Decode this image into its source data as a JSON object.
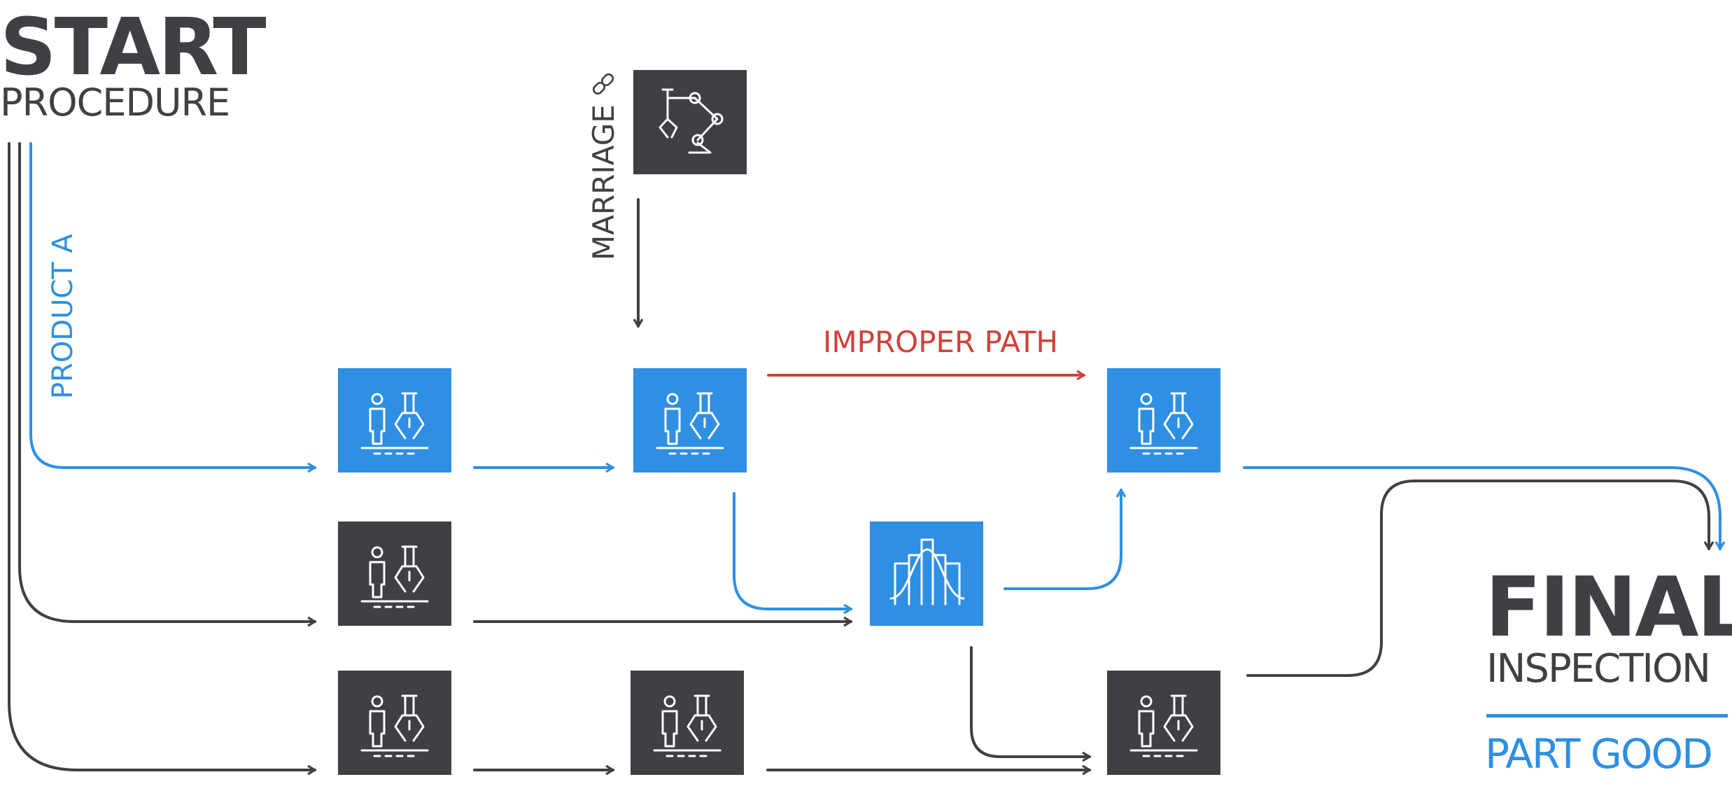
{
  "start": {
    "title": "START",
    "subtitle": "PROCEDURE"
  },
  "final": {
    "title": "FINAL",
    "subtitle": "INSPECTION",
    "result": "PART GOOD"
  },
  "labels": {
    "product_a": "PRODUCT A",
    "marriage": "MARRIAGE",
    "improper_path": "IMPROPER PATH"
  },
  "colors": {
    "blue": "#2e8fe3",
    "dark": "#3f4043",
    "red": "#d0413a",
    "white": "#ffffff"
  },
  "icons": {
    "station": "human-robot-workstation-icon",
    "robot_arm": "robot-arm-icon",
    "quality_check": "quality-chart-icon",
    "link": "link-icon"
  }
}
